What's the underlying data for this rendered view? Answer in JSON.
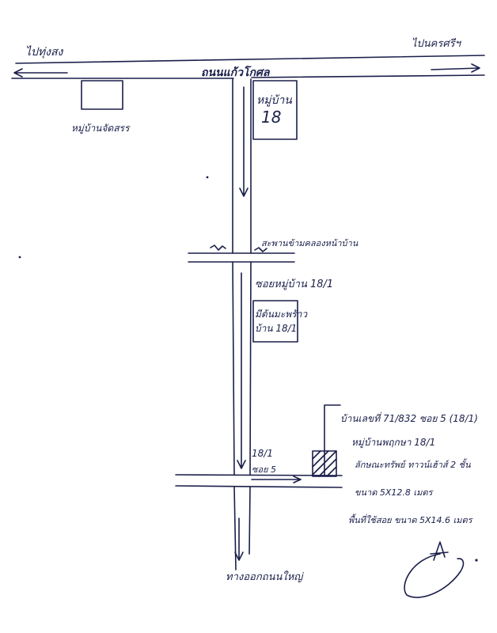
{
  "map": {
    "direction_left": "ไปทุ่งสง",
    "direction_right": "ไปนครศรีฯ",
    "main_road": "ถนนแก้วโกศล",
    "left_building": "หมู่บ้านจัดสรร",
    "soi_top_line1": "หมู่บ้าน",
    "soi_top_line2": "18",
    "cross_road_top": "สะพานข้ามคลองหน้าบ้าน",
    "soi_label": "ซอยหมู่บ้าน 18/1",
    "shop_line1": "มีต้นมะพร้าว",
    "shop_line2": "บ้าน 18/1",
    "junction_line1": "18/1",
    "junction_line2": "ซอย 5",
    "detail_line1": "บ้านเลขที่ 71/832 ซอย 5 (18/1)",
    "detail_line2": "หมู่บ้านพฤกษา 18/1",
    "detail_line3": "ลักษณะทรัพย์ ทาวน์เฮ้าส์ 2 ชั้น",
    "detail_line4": "ขนาด 5X12.8 เมตร",
    "detail_line5": "พื้นที่ใช้สอย ขนาด 5X14.6 เมตร",
    "bottom_label": "ทางออกถนนใหญ่"
  }
}
